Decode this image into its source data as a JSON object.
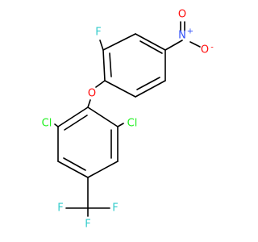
{
  "molecule": {
    "atoms": {
      "fluorine_top": {
        "text": "F",
        "color": "#33cccc"
      },
      "nitrogen": {
        "text": "N",
        "color": "#3050f8"
      },
      "nitrogen_charge": {
        "text": "+",
        "color": "#3050f8"
      },
      "oxygen_nitro_top": {
        "text": "O",
        "color": "#ff0d0d"
      },
      "oxygen_nitro_right": {
        "text": "O",
        "color": "#ff0d0d"
      },
      "oxygen_nitro_charge": {
        "text": "-",
        "color": "#ff0d0d"
      },
      "oxygen_ether": {
        "text": "O",
        "color": "#ff0d0d"
      },
      "chlorine_left": {
        "text": "Cl",
        "color": "#1ff01f"
      },
      "chlorine_right": {
        "text": "Cl",
        "color": "#1ff01f"
      },
      "fluorine_cf3_left": {
        "text": "F",
        "color": "#33cccc"
      },
      "fluorine_cf3_right": {
        "text": "F",
        "color": "#33cccc"
      },
      "fluorine_cf3_bottom": {
        "text": "F",
        "color": "#33cccc"
      }
    }
  }
}
